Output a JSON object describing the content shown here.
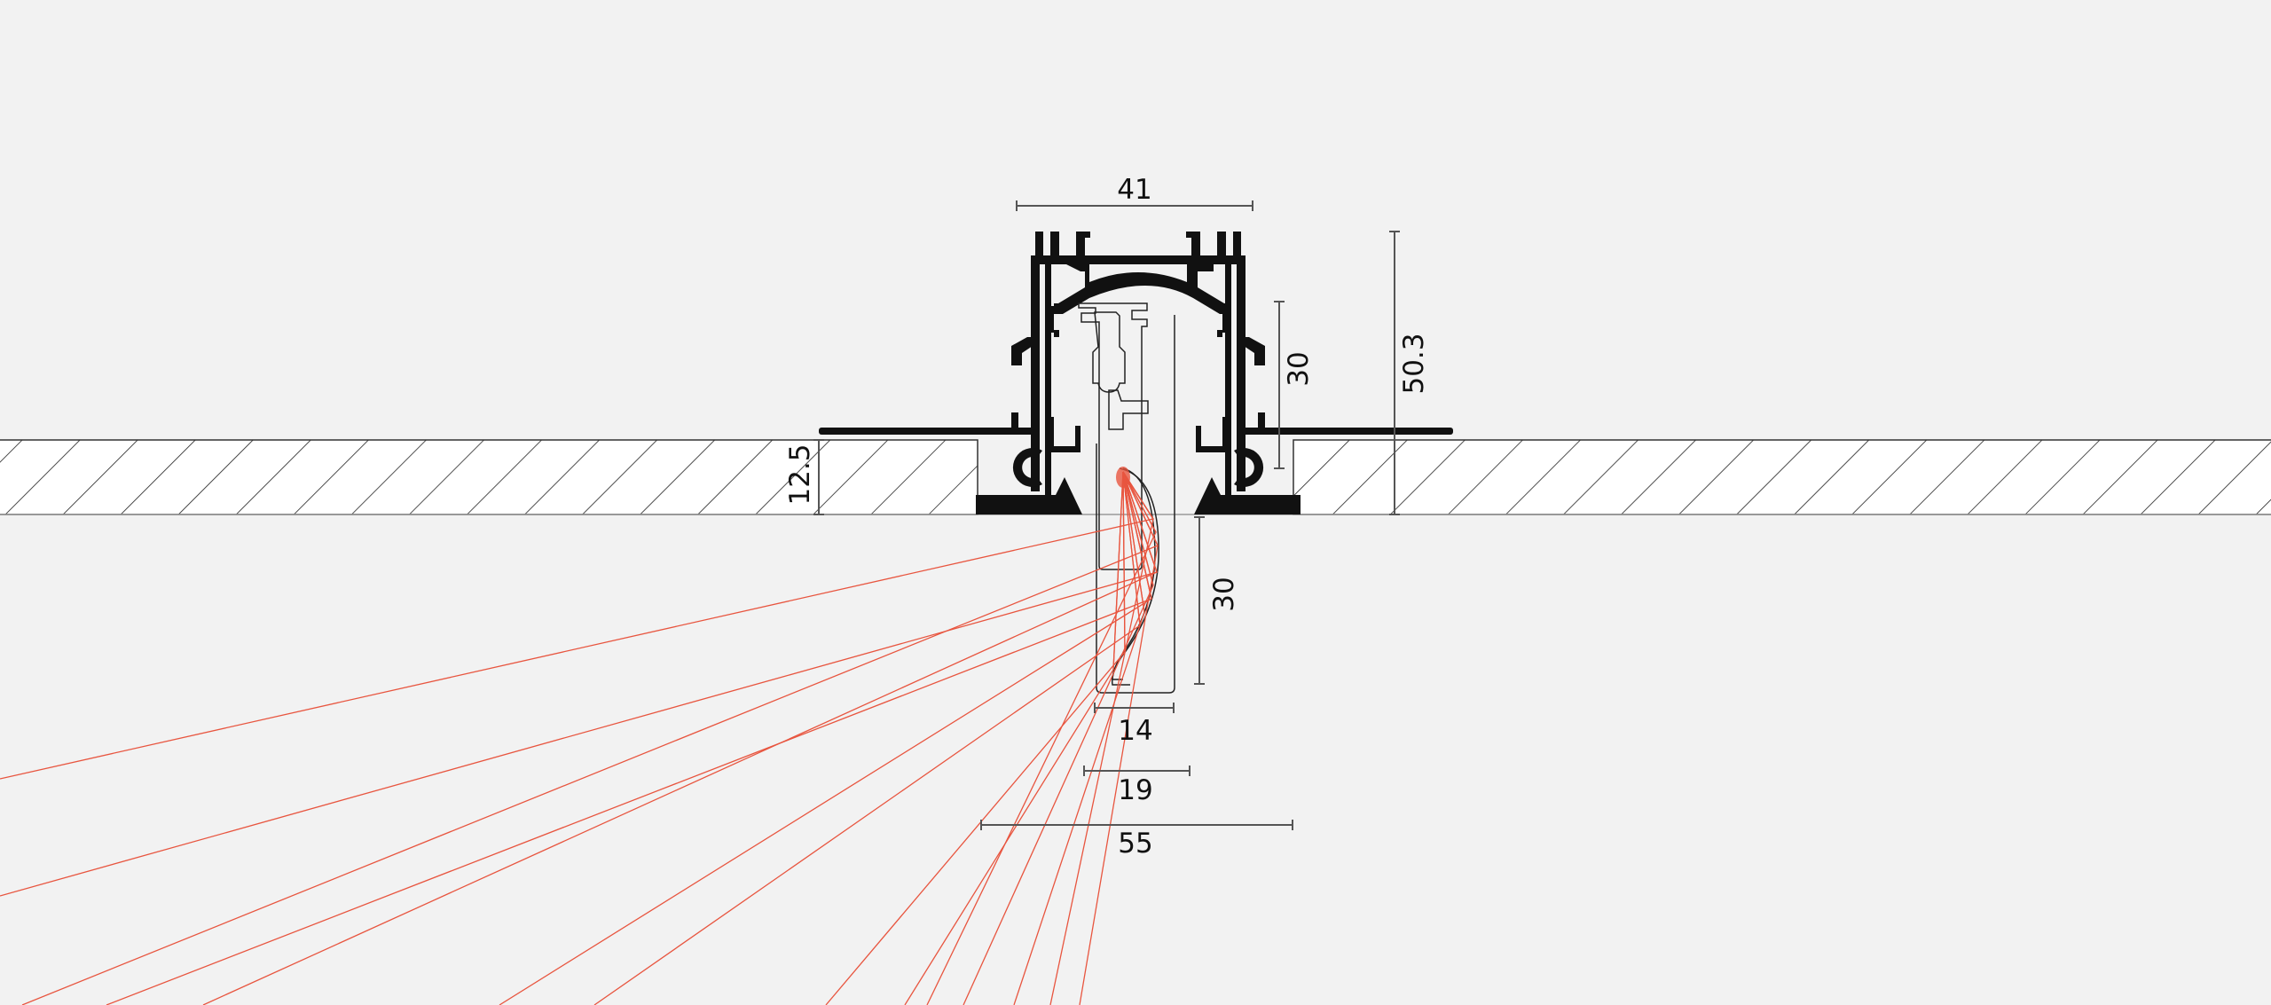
{
  "drawing": {
    "title": "Recessed LED profile cross-section",
    "colors": {
      "background": "#f2f2f2",
      "profile": "#111111",
      "ray": "#e8553f",
      "hatch_fill": "#ffffff",
      "dim_line": "#555555"
    }
  },
  "dimensions": {
    "housing_width": "41",
    "total_height": "50.3",
    "housing_inner_height": "30",
    "ceiling_thickness": "12.5",
    "diffuser_height": "30",
    "diffuser_width": "14",
    "opening_width": "19",
    "flange_width": "55"
  }
}
